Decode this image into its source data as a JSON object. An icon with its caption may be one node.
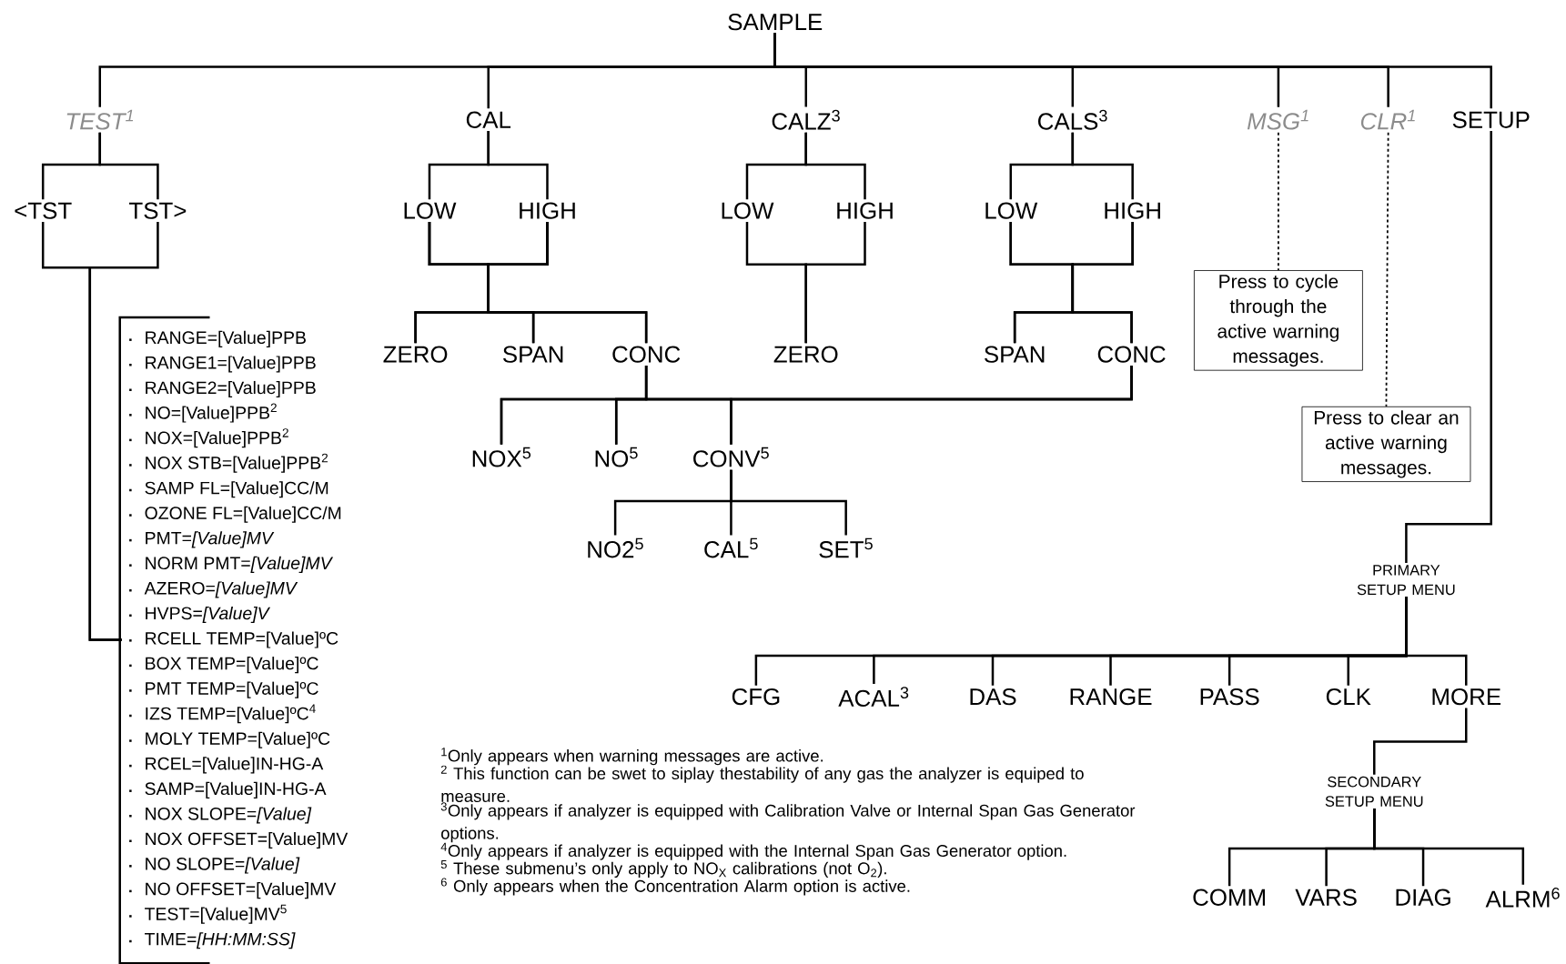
{
  "diagram": {
    "nodes": [
      {
        "text": [
          "SAMPLE"
        ]
      },
      {
        "text": [
          "TEST$^{1}$"
        ]
      },
      {
        "text": [
          "CAL"
        ]
      },
      {
        "text": [
          "CALZ$^{3}$"
        ]
      },
      {
        "text": [
          "CALS$^{3}$"
        ]
      },
      {
        "text": [
          "MSG$^{1}$"
        ]
      },
      {
        "text": [
          "CLR$^{1}$"
        ]
      },
      {
        "text": [
          "SETUP"
        ]
      },
      {
        "text": [
          "<TST"
        ]
      },
      {
        "text": [
          "TST>"
        ]
      },
      {
        "text": [
          "RANGE=[Value]PPB",
          "RANGE1=[Value]PPB",
          "RANGE2=[Value]PPB",
          "NO=[Value]PPB$^{2}$",
          "NOX=[Value]PPB$^{2}$",
          "NOX STB=[Value]PPB$^{2}$",
          "SAMP FL=[Value]CC/M",
          "OZONE FL=[Value]CC/M",
          "PMT=*[Value]MV*",
          "NORM PMT=*[Value]MV*",
          "AZERO=*[Value]MV*",
          "HVPS=*[Value]V*",
          "RCELL TEMP=[Value]ºC",
          "BOX TEMP=[Value]ºC",
          "PMT TEMP=[Value]ºC",
          "IZS TEMP=[Value]ºC$^{4}$",
          "MOLY TEMP=[Value]ºC",
          "RCEL=[Value]IN-HG-A",
          "SAMP=[Value]IN-HG-A",
          "NOX SLOPE=*[Value]*",
          "NOX OFFSET=[Value]MV",
          "NO SLOPE=*[Value]*",
          "NO OFFSET=[Value]MV",
          "TEST=[Value]MV$^{5}$",
          "TIME=*[HH:MM:SS]*"
        ]
      },
      {
        "text": [
          "LOW"
        ]
      },
      {
        "text": [
          "HIGH"
        ]
      },
      {
        "text": [
          "ZERO"
        ]
      },
      {
        "text": [
          "SPAN"
        ]
      },
      {
        "text": [
          "CONC"
        ]
      },
      {
        "text": [
          "LOW"
        ]
      },
      {
        "text": [
          "HIGH"
        ]
      },
      {
        "text": [
          "ZERO"
        ]
      },
      {
        "text": [
          "LOW"
        ]
      },
      {
        "text": [
          "HIGH"
        ]
      },
      {
        "text": [
          "SPAN"
        ]
      },
      {
        "text": [
          "CONC"
        ]
      },
      {
        "text": [
          "NOX$^{5}$"
        ]
      },
      {
        "text": [
          "NO$^{5}$"
        ]
      },
      {
        "text": [
          "CONV$^{5}$"
        ]
      },
      {
        "text": [
          "NO2$^{5}$"
        ]
      },
      {
        "text": [
          "CAL$^{5}$"
        ]
      },
      {
        "text": [
          "SET$^{5}$"
        ]
      },
      {
        "text": [
          "Press to cycle through the active warning messages."
        ]
      },
      {
        "text": [
          "Press to clear an active warning messages."
        ]
      },
      {
        "text": [
          "PRIMARY SETUP MENU"
        ]
      },
      {
        "text": [
          "CFG"
        ]
      },
      {
        "text": [
          "ACAL$^{3}$"
        ]
      },
      {
        "text": [
          "DAS"
        ]
      },
      {
        "text": [
          "RANGE"
        ]
      },
      {
        "text": [
          "PASS"
        ]
      },
      {
        "text": [
          "CLK"
        ]
      },
      {
        "text": [
          "MORE"
        ]
      },
      {
        "text": [
          "SECONDARY SETUP MENU"
        ]
      },
      {
        "text": [
          "COMM"
        ]
      },
      {
        "text": [
          "VARS"
        ]
      },
      {
        "text": [
          "DIAG"
        ]
      },
      {
        "text": [
          "ALRM$^{6}$"
        ]
      }
    ],
    "edges": [
      {
        "from": 0,
        "to": 1,
        "arrow": "none"
      },
      {
        "from": 0,
        "to": 2,
        "arrow": "none"
      },
      {
        "from": 0,
        "to": 3,
        "arrow": "none"
      },
      {
        "from": 0,
        "to": 4,
        "arrow": "none"
      },
      {
        "from": 0,
        "to": 5,
        "arrow": "none"
      },
      {
        "from": 0,
        "to": 6,
        "arrow": "none"
      },
      {
        "from": 0,
        "to": 7,
        "arrow": "none"
      },
      {
        "from": 1,
        "to": 8,
        "arrow": "none"
      },
      {
        "from": 1,
        "to": 9,
        "arrow": "none"
      },
      {
        "from": 8,
        "to": 10,
        "arrow": "none"
      },
      {
        "from": 9,
        "to": 10,
        "arrow": "none"
      },
      {
        "from": 2,
        "to": 11,
        "arrow": "none"
      },
      {
        "from": 2,
        "to": 12,
        "arrow": "none"
      },
      {
        "from": 11,
        "to": 13,
        "arrow": "none"
      },
      {
        "from": 11,
        "to": 14,
        "arrow": "none"
      },
      {
        "from": 11,
        "to": 15,
        "arrow": "none"
      },
      {
        "from": 12,
        "to": 13,
        "arrow": "none"
      },
      {
        "from": 12,
        "to": 14,
        "arrow": "none"
      },
      {
        "from": 12,
        "to": 15,
        "arrow": "none"
      },
      {
        "from": 3,
        "to": 16,
        "arrow": "none"
      },
      {
        "from": 3,
        "to": 17,
        "arrow": "none"
      },
      {
        "from": 16,
        "to": 18,
        "arrow": "none"
      },
      {
        "from": 17,
        "to": 18,
        "arrow": "none"
      },
      {
        "from": 4,
        "to": 19,
        "arrow": "none"
      },
      {
        "from": 4,
        "to": 20,
        "arrow": "none"
      },
      {
        "from": 19,
        "to": 21,
        "arrow": "none"
      },
      {
        "from": 19,
        "to": 22,
        "arrow": "none"
      },
      {
        "from": 20,
        "to": 21,
        "arrow": "none"
      },
      {
        "from": 20,
        "to": 22,
        "arrow": "none"
      },
      {
        "from": 15,
        "to": 23,
        "arrow": "none"
      },
      {
        "from": 15,
        "to": 24,
        "arrow": "none"
      },
      {
        "from": 15,
        "to": 25,
        "arrow": "none"
      },
      {
        "from": 22,
        "to": 23,
        "arrow": "none"
      },
      {
        "from": 22,
        "to": 24,
        "arrow": "none"
      },
      {
        "from": 22,
        "to": 25,
        "arrow": "none"
      },
      {
        "from": 25,
        "to": 26,
        "arrow": "none"
      },
      {
        "from": 25,
        "to": 27,
        "arrow": "none"
      },
      {
        "from": 25,
        "to": 28,
        "arrow": "none"
      },
      {
        "from": 5,
        "to": 29,
        "arrow": "none",
        "style": "dashed"
      },
      {
        "from": 6,
        "to": 30,
        "arrow": "none",
        "style": "dashed"
      },
      {
        "from": 7,
        "to": 31,
        "arrow": "none"
      },
      {
        "from": 31,
        "to": 32,
        "arrow": "none"
      },
      {
        "from": 31,
        "to": 33,
        "arrow": "none"
      },
      {
        "from": 31,
        "to": 34,
        "arrow": "none"
      },
      {
        "from": 31,
        "to": 35,
        "arrow": "none"
      },
      {
        "from": 31,
        "to": 36,
        "arrow": "none"
      },
      {
        "from": 31,
        "to": 37,
        "arrow": "none"
      },
      {
        "from": 31,
        "to": 38,
        "arrow": "none"
      },
      {
        "from": 38,
        "to": 39,
        "arrow": "none"
      },
      {
        "from": 39,
        "to": 40,
        "arrow": "none"
      },
      {
        "from": 39,
        "to": 41,
        "arrow": "none"
      },
      {
        "from": 39,
        "to": 42,
        "arrow": "none"
      },
      {
        "from": 39,
        "to": 43,
        "arrow": "none"
      }
    ],
    "labels": [
      "$^{1}$Only appears when warning messages are active.",
      "$^{2}$ This function can be swet to siplay thestability of any gas the analyzer is equiped to measure.",
      "$^{3}$Only appears if analyzer is equipped with Calibration Valve or Internal Span Gas Generator options.",
      "$^{4}$Only appears if analyzer is equipped with the Internal Span Gas Generator option.",
      "$^{5}$ These submenu’s only apply to NO$_{X}$ calibrations (not O$_{2}$).",
      "$^{6}$ Only appears when the Concentration Alarm option is active."
    ]
  }
}
